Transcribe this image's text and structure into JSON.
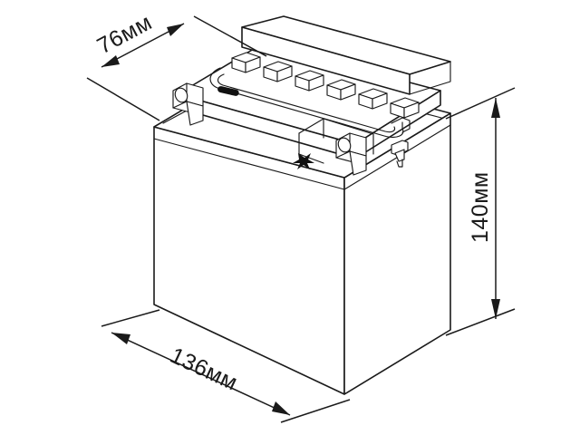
{
  "drawing": {
    "title": "Battery isometric dimension drawing",
    "object": "motorcycle-battery",
    "style": "technical-line-drawing",
    "background_color": "#ffffff",
    "line_color": "#1a1a1a"
  },
  "dimensions": {
    "depth": {
      "label": "76мм",
      "value": 76,
      "unit": "мм",
      "axis": "depth",
      "placement": "top-left-diagonal"
    },
    "width": {
      "label": "136мм",
      "value": 136,
      "unit": "мм",
      "axis": "width",
      "placement": "bottom-diagonal"
    },
    "height": {
      "label": "140мм",
      "value": 140,
      "unit": "мм",
      "axis": "height",
      "placement": "right-vertical"
    }
  },
  "features": {
    "cell_caps_count": 6,
    "mounting_lugs_count": 2,
    "vent_nozzle": true,
    "terminal_markers": [
      {
        "name": "negative-terminal-mark",
        "glyph": "minus-bar"
      },
      {
        "name": "positive-terminal-mark",
        "glyph": "plus-cross"
      }
    ]
  }
}
